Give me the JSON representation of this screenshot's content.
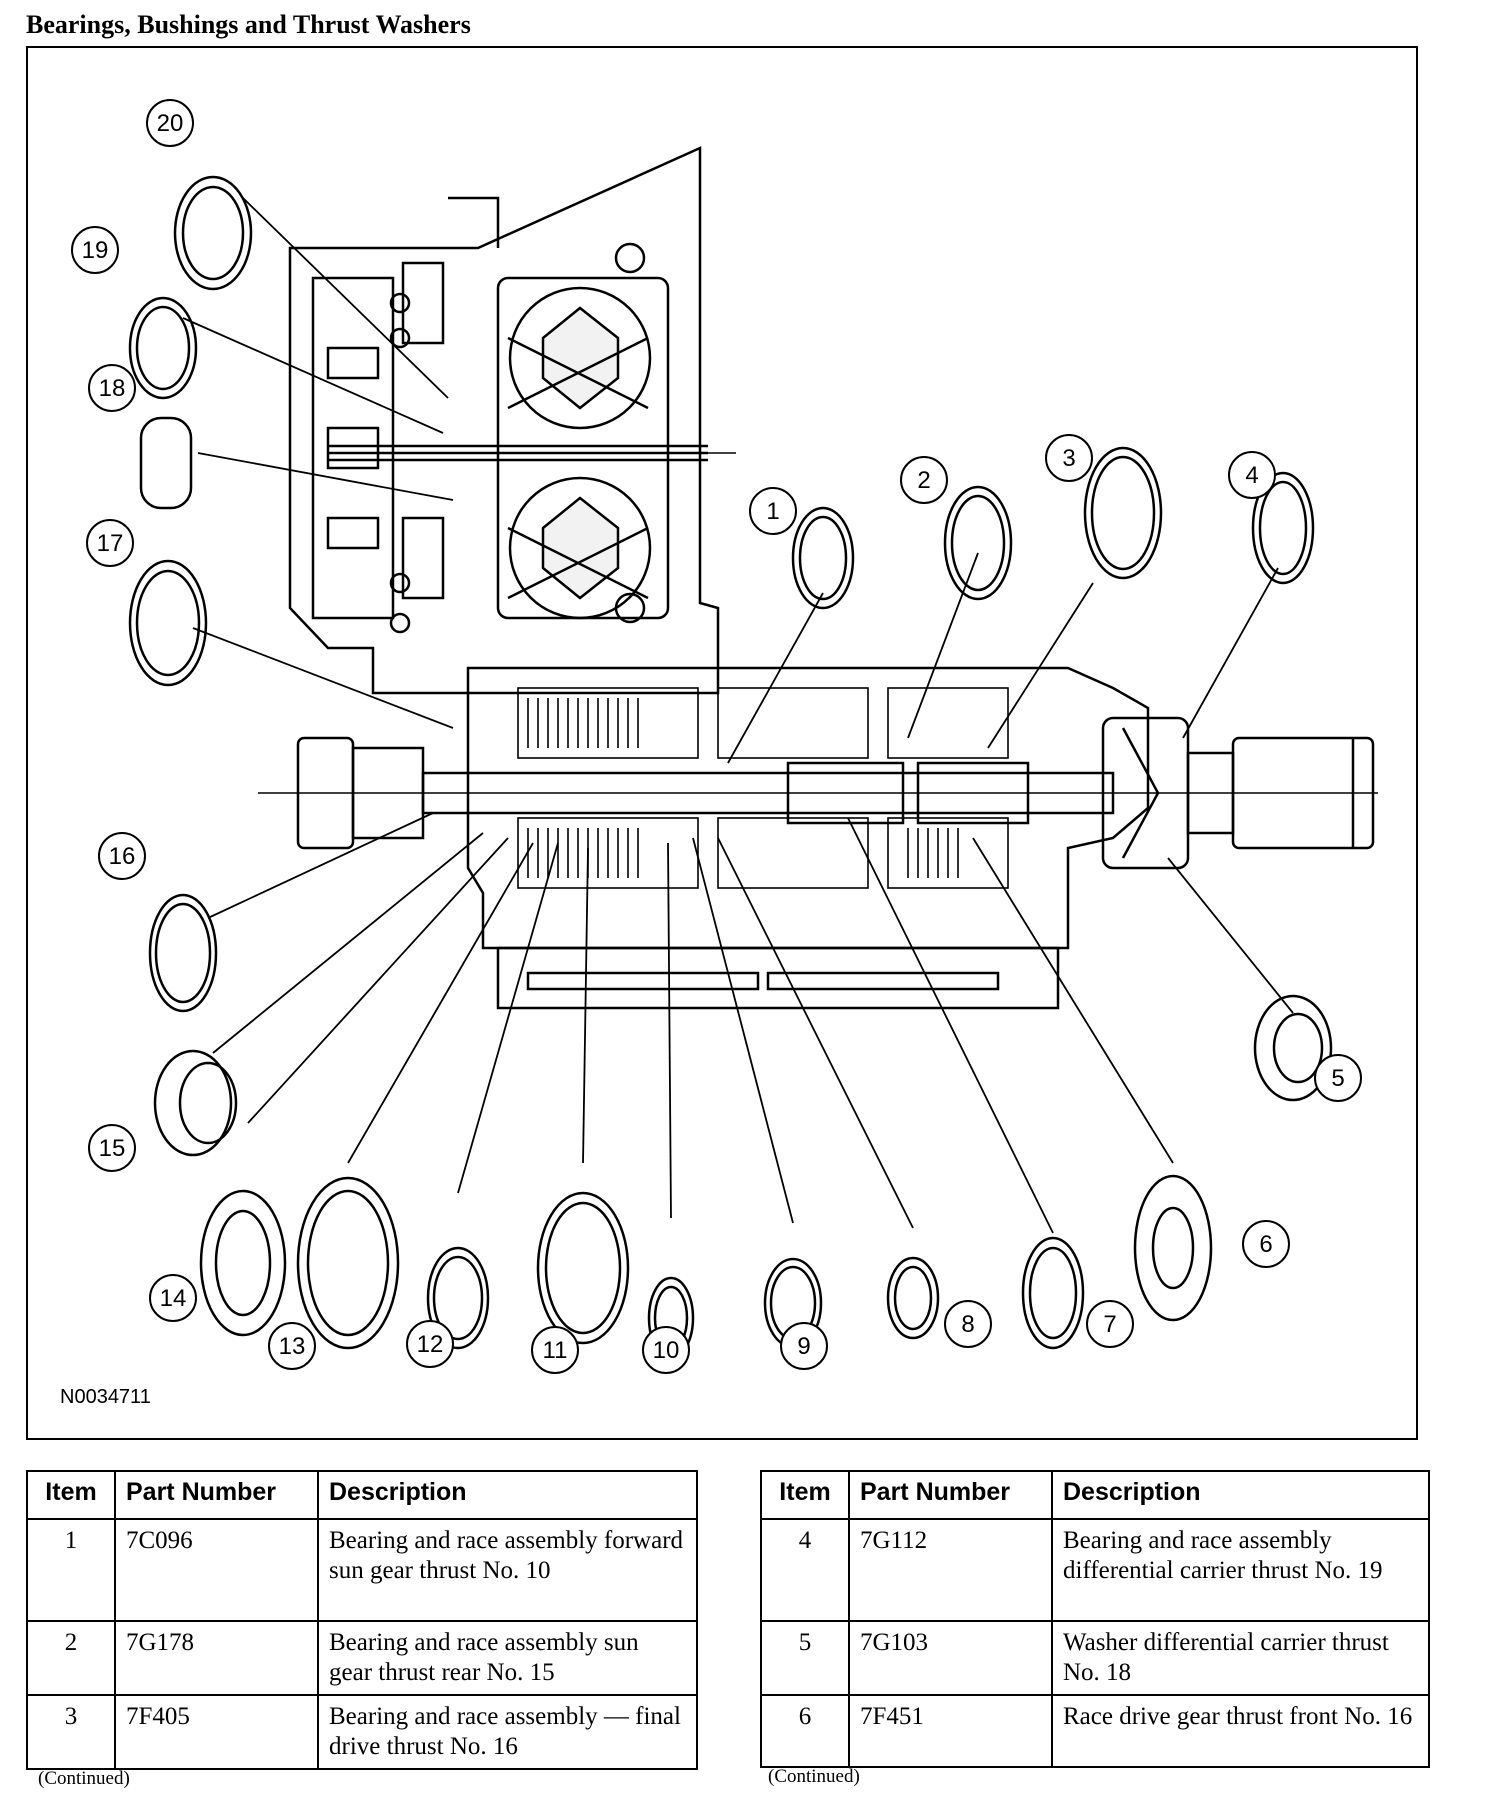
{
  "title": "Bearings, Bushings and Thrust Washers",
  "figure_id": "N0034711",
  "callouts": [
    "1",
    "2",
    "3",
    "4",
    "5",
    "6",
    "7",
    "8",
    "9",
    "10",
    "11",
    "12",
    "13",
    "14",
    "15",
    "16",
    "17",
    "18",
    "19",
    "20"
  ],
  "table_headers": {
    "item": "Item",
    "part_number": "Part Number",
    "description": "Description"
  },
  "table_left": [
    {
      "item": "1",
      "part": "7C096",
      "desc": "Bearing and race assembly forward sun gear thrust No. 10"
    },
    {
      "item": "2",
      "part": "7G178",
      "desc": "Bearing and race assembly sun gear thrust rear No. 15"
    },
    {
      "item": "3",
      "part": "7F405",
      "desc": "Bearing and race assembly — final drive thrust No. 16"
    }
  ],
  "table_right": [
    {
      "item": "4",
      "part": "7G112",
      "desc": "Bearing and race assembly differential carrier thrust No. 19"
    },
    {
      "item": "5",
      "part": "7G103",
      "desc": "Washer differential carrier thrust No. 18"
    },
    {
      "item": "6",
      "part": "7F451",
      "desc": "Race drive gear thrust front No. 16"
    }
  ],
  "continued": "(Continued)"
}
